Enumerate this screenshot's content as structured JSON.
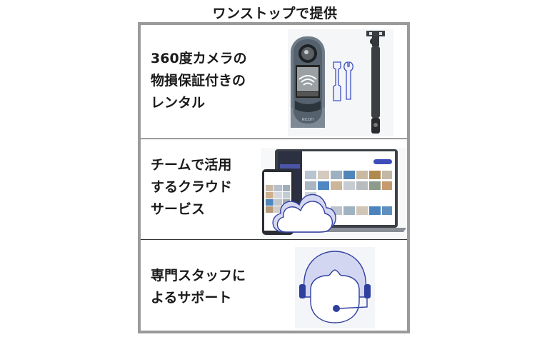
{
  "title": "ワンストップで提供",
  "colors": {
    "frame_border": "#9a9a9a",
    "divider": "#333333",
    "accent_blue": "#2f3f9e",
    "light_blue": "#d2d6f0"
  },
  "rows": [
    {
      "label_lines": [
        "360度カメラの",
        "物損保証付きの",
        "レンタル"
      ],
      "illustration": "camera-wrench-selfie-stick",
      "camera_brand": "RICOH"
    },
    {
      "label_lines": [
        "チームで活用",
        "するクラウド",
        "サービス"
      ],
      "illustration": "laptop-phone-cloud"
    },
    {
      "label_lines": [
        "専門スタッフに",
        "よるサポート"
      ],
      "illustration": "support-headset-person"
    }
  ]
}
